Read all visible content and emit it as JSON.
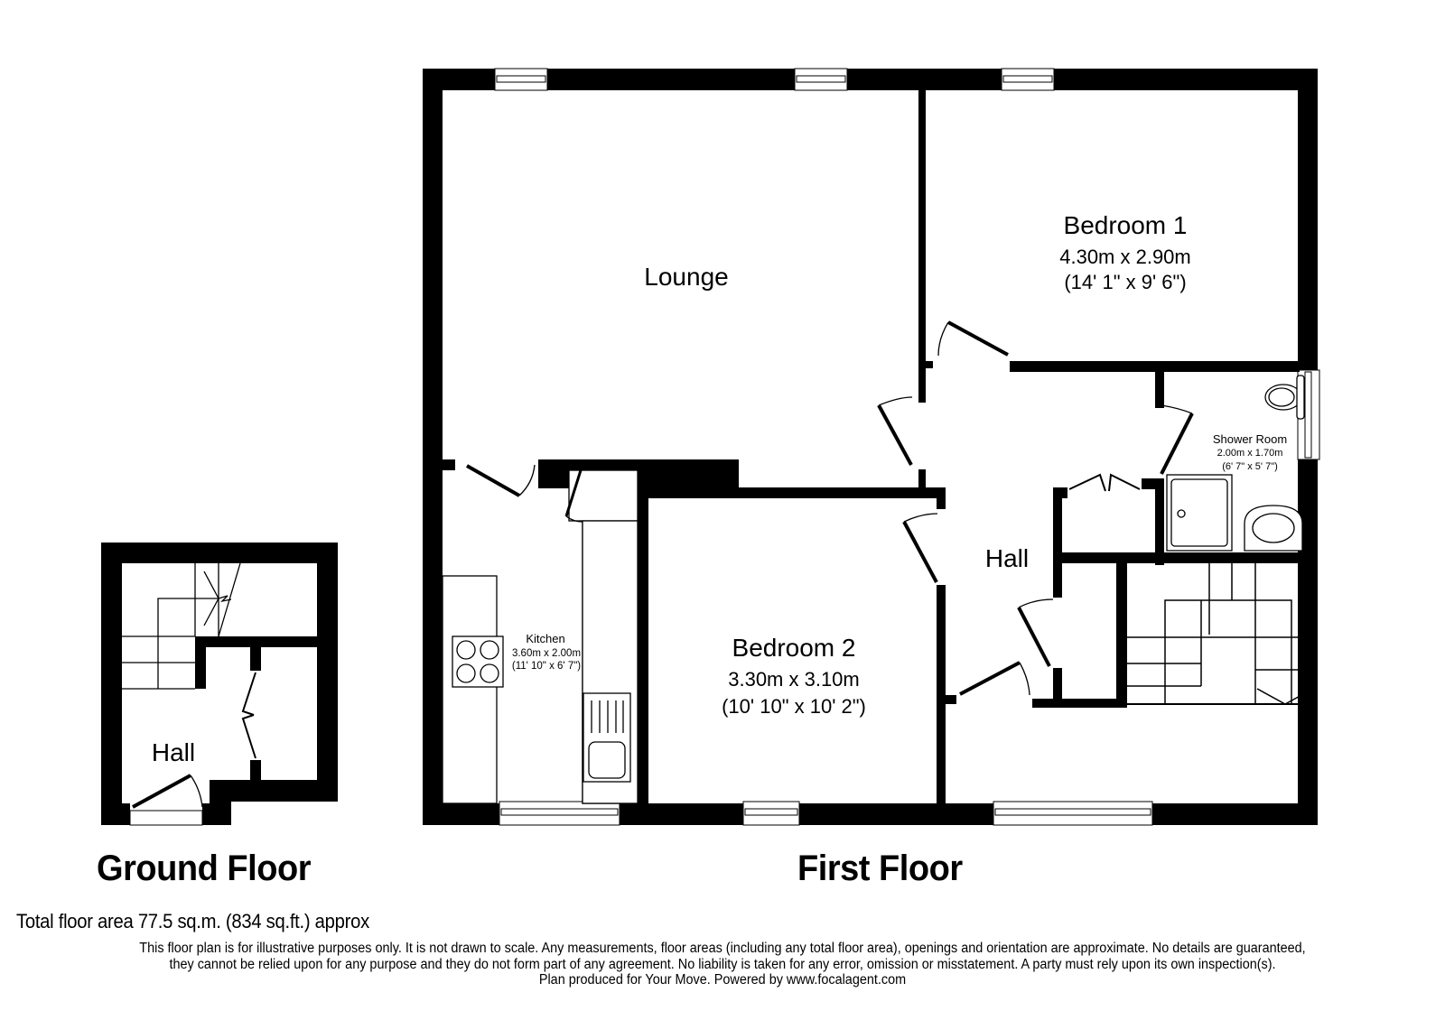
{
  "floors": {
    "ground": {
      "title": "Ground Floor",
      "rooms": [
        {
          "name": "Hall"
        }
      ]
    },
    "first": {
      "title": "First Floor",
      "rooms": [
        {
          "name": "Lounge"
        },
        {
          "name": "Bedroom 1",
          "dims_m": "4.30m x 2.90m",
          "dims_ft": "(14' 1\" x 9' 6\")"
        },
        {
          "name": "Shower Room",
          "dims_m": "2.00m x 1.70m",
          "dims_ft": "(6' 7\" x 5' 7\")"
        },
        {
          "name": "Hall"
        },
        {
          "name": "Kitchen",
          "dims_m": "3.60m x 2.00m",
          "dims_ft": "(11' 10\" x 6' 7\")"
        },
        {
          "name": "Bedroom 2",
          "dims_m": "3.30m x 3.10m",
          "dims_ft": "(10' 10\" x 10' 2\")"
        }
      ]
    }
  },
  "footer": {
    "total_area": "Total floor area 77.5 sq.m. (834 sq.ft.) approx",
    "disclaimer_lines": [
      "This floor plan is for illustrative purposes only. It is not drawn to scale. Any measurements, floor areas (including any total floor area), openings and orientation are approximate. No details are guaranteed,",
      "they cannot be relied upon for any purpose and they do not form part of any agreement. No liability is taken for any error, omission or misstatement. A party must rely upon its own inspection(s).",
      "Plan produced for Your Move. Powered by www.focalagent.com"
    ]
  },
  "colors": {
    "wall": "#000000",
    "background": "#ffffff"
  }
}
